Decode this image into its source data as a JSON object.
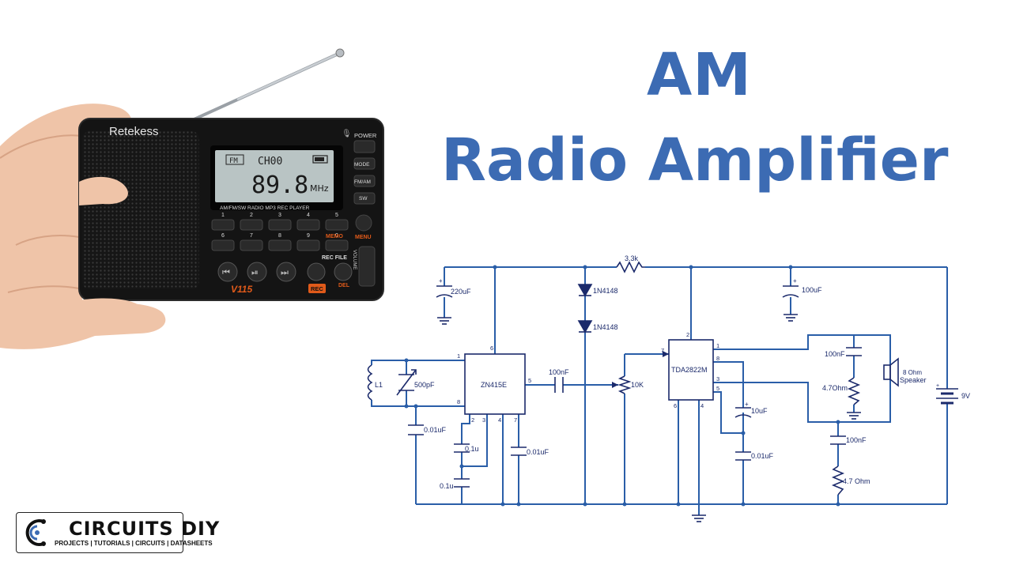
{
  "title": {
    "line1": "AM",
    "line2": "Radio Amplifier"
  },
  "colors": {
    "title_blue": "#3c6bb3",
    "wire_blue": "#2a5ea8",
    "label_navy": "#1b2a6b",
    "radio_body": "#141414",
    "lcd_bg": "#b9c4c4",
    "accent_orange": "#e05a1a"
  },
  "radio": {
    "brand": "Retekess",
    "power_label": "POWER",
    "mode_label": "MODE",
    "fmam_label": "FM/AM",
    "sw_label": "SW",
    "lcd_band": "FM",
    "lcd_channel": "CH00",
    "lcd_frequency": "89.8",
    "lcd_unit": "MHz",
    "strip_text": "AM/FM/SW RADIO MP3 REC PLAYER",
    "keys_row1": [
      "1",
      "2",
      "3",
      "4",
      "5"
    ],
    "keys_row2": [
      "6",
      "7",
      "8",
      "9",
      "0"
    ],
    "memo_label": "MEMO",
    "menu_label": "MENU",
    "rec_file_label": "REC FILE",
    "rec_label": "REC",
    "del_label": "DEL",
    "volume_label": "VOLUME",
    "model": "V115"
  },
  "schematic": {
    "components": {
      "r_3k3": "3.3k",
      "c_220uf": "220uF",
      "d1": "1N4148",
      "d2": "1N4148",
      "c_100uf": "100uF",
      "ic1": "ZN415E",
      "ic2": "TDA2822M",
      "l1": "L1",
      "c_500pf": "500pF",
      "c_100nf_coupling": "100nF",
      "pot_10k": "10K",
      "c_001uf_left": "0.01uF",
      "c_01u_a": "0.1u",
      "c_01u_b": "0.1u",
      "c_001uf_mid": "0.01uF",
      "c_10uf": "10uF",
      "c_001uf_right": "0.01uF",
      "c_100nf_top": "100nF",
      "r_47_top": "4.7Ohm",
      "speaker_ohm": "8 Ohm",
      "speaker": "Speaker",
      "c_100nf_bottom": "100nF",
      "r_47_bottom": "4.7 Ohm",
      "battery": "9V"
    },
    "pins": {
      "zn_1": "1",
      "zn_8": "8",
      "zn_6": "6",
      "zn_5": "5",
      "zn_2": "2",
      "zn_3": "3",
      "zn_4": "4",
      "zn_7": "7",
      "tda_7": "7",
      "tda_2": "2",
      "tda_1": "1",
      "tda_8": "8",
      "tda_3": "3",
      "tda_5": "5",
      "tda_6": "6",
      "tda_4": "4"
    }
  },
  "logo": {
    "name": "CIRCUITS DIY",
    "tagline": "PROJECTS | TUTORIALS | CIRCUITS | DATASHEETS"
  }
}
